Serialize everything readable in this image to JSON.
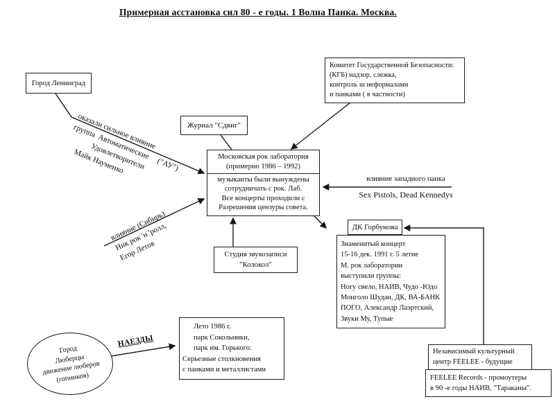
{
  "title": "Примерная асстановка сил 80 - е годы. 1 Волна Панка. Москва.",
  "boxes": {
    "leningrad": {
      "label": "Город Ленинград"
    },
    "sdvig": {
      "label": "Журнал \"Сдвиг\""
    },
    "kgb": {
      "lines": [
        "Комитет Государственной Безопасности:",
        "(КГБ) надзор, слежка,",
        "контроль за неформалами",
        "и панками ( в частности)"
      ]
    },
    "roklab": {
      "header": [
        "Московская рок лаборатория",
        "(примерно 1986 – 1992)"
      ],
      "body": [
        "музыканты были вынуждены",
        "сотрудничать с рок. Лаб.",
        "Все концерты проходили с",
        "Разрешения цензуры совета."
      ]
    },
    "kolokol": {
      "lines": [
        "Студия звукозаписи",
        "\"Колокол\""
      ]
    },
    "dk_gorbunova": {
      "label": "ДК Горбунова"
    },
    "concert": {
      "lines": [
        "Знаменитый концерт",
        "15-16 дек. 1991 г. 5 летие",
        "М. рок лаборатории",
        "выступили группы:",
        "Ногу свело, НАИВ, Чудо -Юдо",
        "Монголо Шудан, ДК, ВА-БАНК",
        "ПОГО, Александр Лаэртский,",
        "Звуки Му, Тупые"
      ]
    },
    "leto": {
      "lines": [
        "Лето 1986 г.",
        "парк Сокольники,",
        "парк им. Горького:",
        "Серьезные столкновения",
        "с панками и металлистами"
      ]
    },
    "feelee_center": {
      "lines": [
        "Независимый культурный",
        "центр FEELEE - будущие"
      ]
    },
    "feelee_records": {
      "lines": [
        "FEELEE Records - промоутеры",
        "в 90 -е годы НАИВ, \"Тараканы\"."
      ]
    },
    "lubertsy": {
      "text": "Город\nЛюберцы\nдвижение люберов\n(гопников)"
    }
  },
  "annotations": {
    "leningrad_influence": "оказали сильное влияние\nгруппа  Автоматические     (\"АУ\")\n            Удовлетворители\n     Майк Науменко",
    "siberia_influence": "влияние (Сибирь)\nНик рок 'н 'ролл,\nЕгор Летов",
    "western_influence_label": "влияние западного панка",
    "western_influence_bands": "Sex Pistols, Dead Kennedys",
    "naezdy_label": "НАЕЗДЫ"
  }
}
